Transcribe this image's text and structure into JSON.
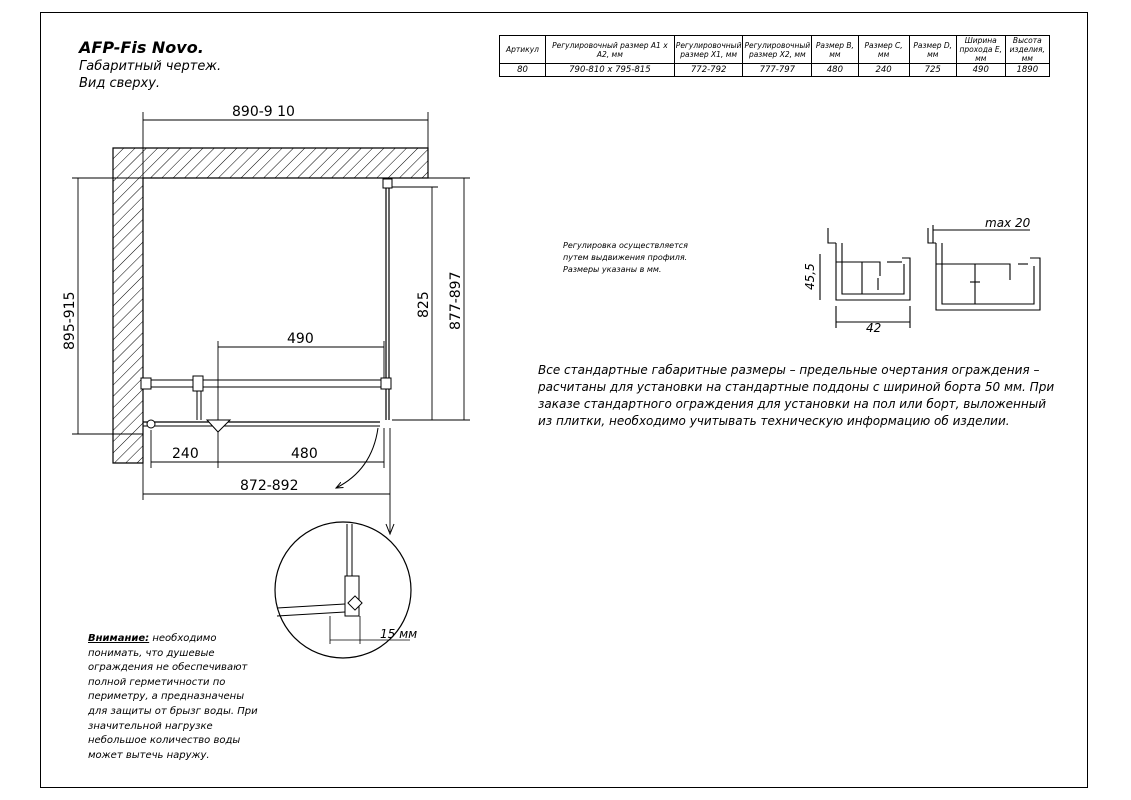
{
  "title": {
    "line1": "AFP-Fis Novo.",
    "line2": "Габаритный чертеж.",
    "line3": "Вид сверху."
  },
  "spec_table": {
    "headers": [
      "Артикул",
      "Регулировочный размер А1 х А2, мм",
      "Регулировочный размер Х1, мм",
      "Регулировочный размер Х2, мм",
      "Размер В, мм",
      "Размер С, мм",
      "Размер D, мм",
      "Ширина прохода Е, мм",
      "Высота изделия, мм"
    ],
    "row": [
      "80",
      "790-810 х 795-815",
      "772-792",
      "777-797",
      "480",
      "240",
      "725",
      "490",
      "1890"
    ]
  },
  "dimensions": {
    "top_width": "890-9 10",
    "left_height": "895-915",
    "right_inner": "825",
    "right_outer": "877-897",
    "opening": "490",
    "bottom_left": "240",
    "bottom_right": "480",
    "bottom_total": "872-892",
    "detail_gap": "15 мм"
  },
  "profile": {
    "height": "45,5",
    "width": "42",
    "max": "max 20"
  },
  "notes": {
    "adjust_line1": "Регулировка осуществляется",
    "adjust_line2": "путем выдвижения профиля.",
    "adjust_line3": "Размеры указаны в мм.",
    "main": "Все стандартные габаритные размеры – предельные очертания ограждения – расчитаны для установки на стандартные поддоны с шириной борта 50 мм. При заказе стандартного ограждения для установки на пол или борт, выложенный из плитки, необходимо учитывать техническую информацию об изделии.",
    "warning_lead": "Внимание:",
    "warning_text": " необходимо понимать, что душевые ограждения не обеспечивают полной герметичности по периметру, а предназначены для защиты от брызг воды. При значительной нагрузке небольшое количество воды может вытечь наружу."
  }
}
